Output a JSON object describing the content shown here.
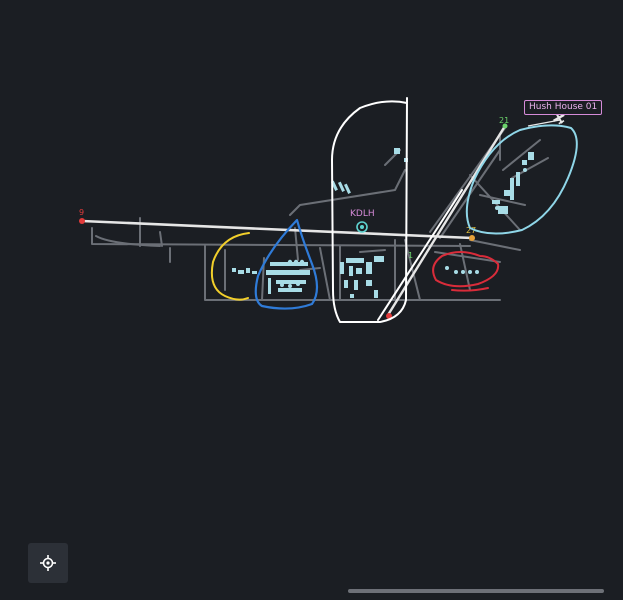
{
  "map": {
    "airport_code": "KDLH",
    "runway_labels": {
      "west_end": "9",
      "south_end": "27",
      "north_end": "21",
      "mid_marker": "1"
    },
    "callout": "Hush House 01",
    "colors": {
      "background": "#1b1e23",
      "pavement": "#6b6f76",
      "runway": "#e6e6e6",
      "marker_red": "#e23b3b",
      "airport_symbol": "#5fd3d0",
      "label_magenta": "#d58ad8",
      "annotation_white": "#ffffff",
      "annotation_yellow": "#f2cf2b",
      "annotation_blue": "#2f7bd8",
      "annotation_red": "#d92c3a",
      "annotation_cyan": "#8fd6e8"
    }
  },
  "controls": {
    "locate_icon": "crosshair-icon"
  }
}
